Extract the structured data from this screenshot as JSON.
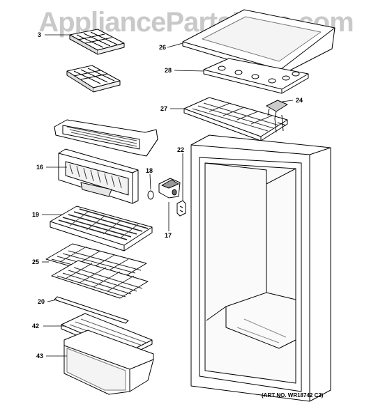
{
  "watermark": "AppliancePartsPros.com",
  "callouts": {
    "c3": "3",
    "c26": "26",
    "c28": "28",
    "c27": "27",
    "c24": "24",
    "c16": "16",
    "c22": "22",
    "c18": "18",
    "c19": "19",
    "c17": "17",
    "c25": "25",
    "c20": "20",
    "c42": "42",
    "c43": "43"
  },
  "art_number": "(ART NO. WR18742 C2)"
}
